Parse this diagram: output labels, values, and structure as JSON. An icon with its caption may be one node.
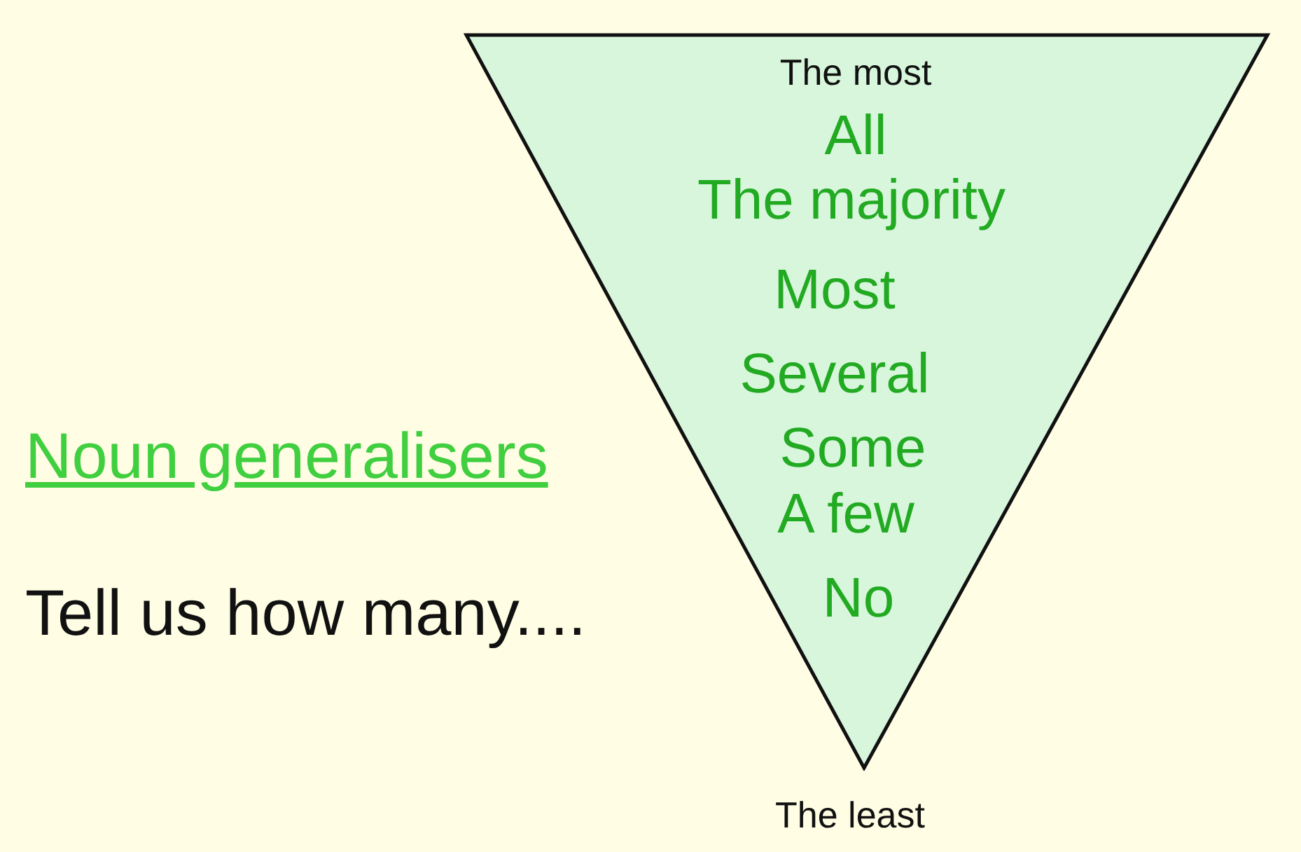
{
  "diagram": {
    "title": "Noun generalisers",
    "nodes": [
      {
        "text": [
          "The most",
          "All",
          "The majority",
          "Most",
          "Several",
          "Some",
          "A few",
          "No"
        ],
        "beside": [
          "The least"
        ]
      }
    ],
    "edges": [],
    "labels": [
      "Tell us how many...."
    ]
  }
}
